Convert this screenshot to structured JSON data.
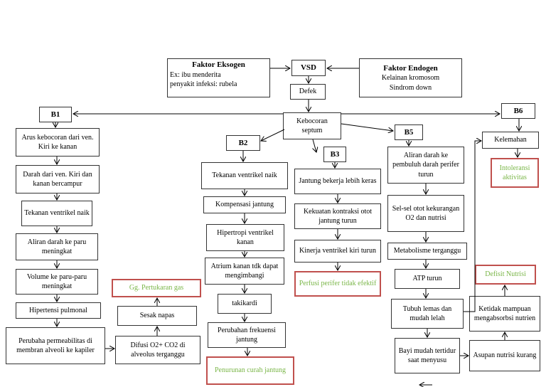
{
  "top": {
    "eksogen_title": "Faktor Eksogen",
    "eksogen_line1": "Ex: ibu menderita",
    "eksogen_line2": "penyakit infeksi: rubela",
    "vsd": "VSD",
    "endogen_title": "Faktor Endogen",
    "endogen_line1": "Kelainan kromosom",
    "endogen_line2": "Sindrom down",
    "defek": "Defek",
    "kebocoran": "Kebocoran septum"
  },
  "headers": {
    "b1": "B1",
    "b2": "B2",
    "b3": "B3",
    "b5": "B5",
    "b6": "B6"
  },
  "col_b1": [
    "Arus kebocoran dari ven. Kiri ke kanan",
    "Darah dari ven. Kiri dan kanan bercampur",
    "Tekanan ventrikel naik",
    "Aliran darah ke paru meningkat",
    "Volume ke paru-paru meningkat",
    "Hipertensi pulmonal",
    "Perubaha permeabilitas di membran alveoli ke kapiler"
  ],
  "gas_col": {
    "diagnosis": "Gg. Pertukaran gas",
    "sesak": "Sesak napas",
    "difusi": "Difusi O2+ CO2 di alveolus terganggu"
  },
  "col_b2": [
    "Tekanan ventrikel naik",
    "Kompensasi jantung",
    "Hipertropi ventrikel kanan",
    "Atrium kanan tdk dapat mengimbangi",
    "takikardi",
    "Perubahan frekuensi jantung"
  ],
  "col_b2_diagnosis": "Penurunan curah jantung",
  "col_b3": [
    "Jantung bekerja lebih keras",
    "Kekuatan kontraksi otot jantung turun",
    "Kinerja ventrikel kiri turun"
  ],
  "col_b3_diagnosis": "Perfusi perifer tidak efektif",
  "col_b5": [
    "Aliran darah ke pembuluh darah perifer turun",
    "Sel-sel otot kekurangan O2 dan nutrisi",
    "Metabolisme terganggu",
    "ATP turun",
    "Tubuh lemas dan mudah lelah",
    "Bayi mudah tertidur saat menyusu"
  ],
  "col_b6": {
    "kelemahan": "Kelemahan",
    "intoleransi": "Intoleransi aktivitas",
    "defisit": "Defisit Nutrisi",
    "ketidak": "Ketidak mampuan mengabsorbsi nutrien",
    "asupan": "Asupan nutrisi kurang"
  }
}
